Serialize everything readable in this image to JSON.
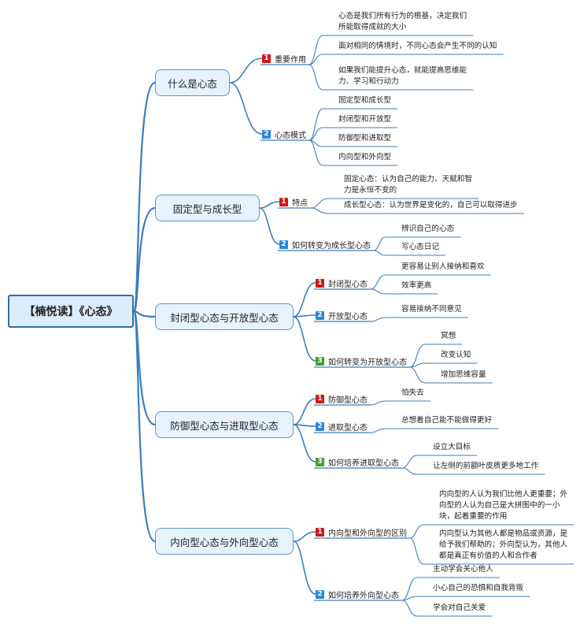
{
  "colors": {
    "line": "#3b7dbd",
    "badge_red": "#d01818",
    "badge_blue": "#2a86d8",
    "badge_green": "#48a02c"
  },
  "root": {
    "label": "【楠悦读】《心态》"
  },
  "branches": [
    {
      "label": "什么是心态",
      "subs": [
        {
          "num": "1",
          "color": "red",
          "label": "重要作用",
          "leaves": [
            [
              "心态是我们所有行为的根基，决定我们",
              "所能取得成就的大小"
            ],
            [
              "面对相同的情境时，不同心态会产生不同的认知"
            ],
            [
              "如果我们能提升心态，就能提高思维能",
              "力、学习和行动力"
            ]
          ]
        },
        {
          "num": "2",
          "color": "blue",
          "label": "心态模式",
          "leaves": [
            [
              "固定型和成长型"
            ],
            [
              "封闭型和开放型"
            ],
            [
              "防御型和进取型"
            ],
            [
              "内向型和外向型"
            ]
          ]
        }
      ]
    },
    {
      "label": "固定型与成长型",
      "subs": [
        {
          "num": "1",
          "color": "red",
          "label": "特点",
          "leaves": [
            [
              "固定心态：认为自己的能力、天赋和智",
              "力是永恒不变的"
            ],
            [
              "成长型心态：认为世界是变化的，自己可以取得进步"
            ]
          ]
        },
        {
          "num": "2",
          "color": "blue",
          "label": "如何转变为成长型心态",
          "leaves": [
            [
              "辨识自己的心态"
            ],
            [
              "写心态日记"
            ]
          ]
        }
      ]
    },
    {
      "label": "封闭型心态与开放型心态",
      "subs": [
        {
          "num": "1",
          "color": "red",
          "label": "封闭型心态",
          "leaves": [
            [
              "更容易让别人接纳和喜欢"
            ],
            [
              "效率更高"
            ]
          ]
        },
        {
          "num": "2",
          "color": "blue",
          "label": "开放型心态",
          "leaves": [
            [
              "容易接纳不同意见"
            ]
          ]
        },
        {
          "num": "3",
          "color": "green",
          "label": "如何转变为开放型心态",
          "leaves": [
            [
              "冥想"
            ],
            [
              "改变认知"
            ],
            [
              "增加思维容量"
            ]
          ]
        }
      ]
    },
    {
      "label": "防御型心态与进取型心态",
      "subs": [
        {
          "num": "1",
          "color": "red",
          "label": "防御型心态",
          "leaves": [
            [
              "怕失去"
            ]
          ]
        },
        {
          "num": "2",
          "color": "blue",
          "label": "进取型心态",
          "leaves": [
            [
              "总想着自己能不能做得更好"
            ]
          ]
        },
        {
          "num": "3",
          "color": "green",
          "label": "如何培养进取型心态",
          "leaves": [
            [
              "设立大目标"
            ],
            [
              "让左侧的前额叶皮质更多地工作"
            ]
          ]
        }
      ]
    },
    {
      "label": "内向型心态与外向型心态",
      "subs": [
        {
          "num": "1",
          "color": "red",
          "label": "内向型和外向型的区别",
          "leaves": [
            [
              "内向型的人认为我们比他人更重要；外",
              "向型的人认为自己是大拼图中的一小",
              "块，起着重要的作用"
            ],
            [
              "内向型认为其他人都是物品或资源，是",
              "给予我们帮助的；外向型认为，其他人",
              "都是真正有价值的人和合作者"
            ]
          ]
        },
        {
          "num": "2",
          "color": "blue",
          "label": "如何培养外向型心态",
          "leaves": [
            [
              "主动学会关心他人"
            ],
            [
              "小心自己的恐惧和自我背叛"
            ],
            [
              "学会对自己关爱"
            ]
          ]
        }
      ]
    }
  ]
}
